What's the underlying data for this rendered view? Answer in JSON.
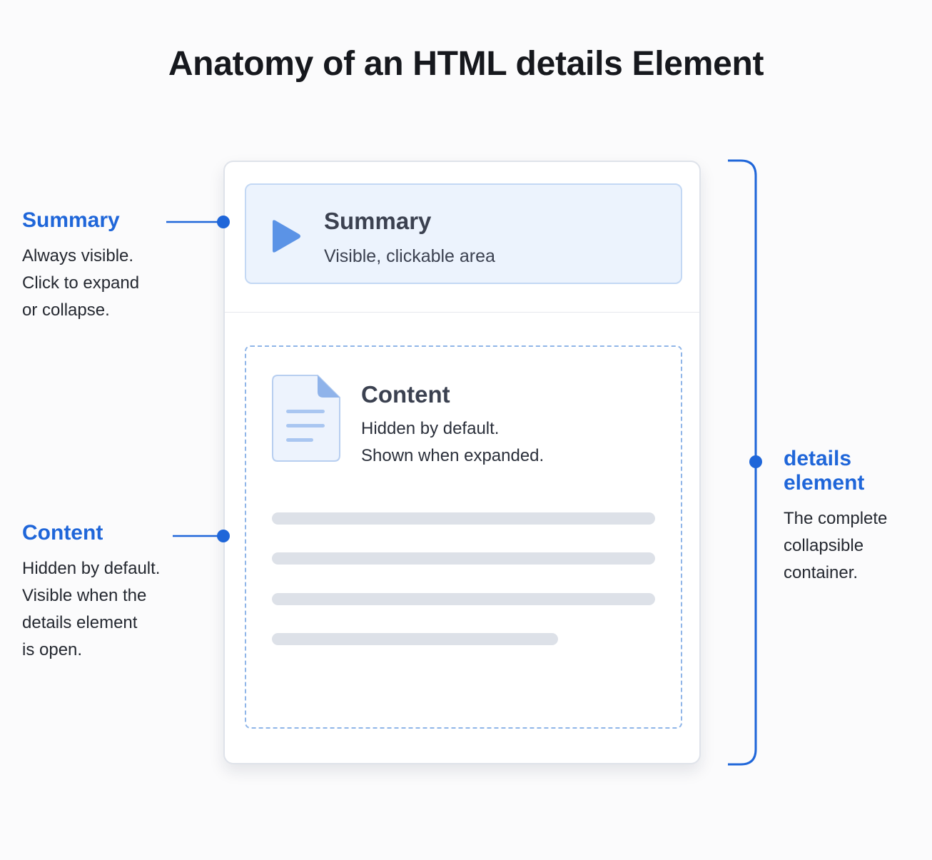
{
  "title": "Anatomy of an HTML details Element",
  "colors": {
    "accent": "#1f66d9",
    "summary_fill": "#ecf3fd",
    "summary_border": "#c3d8f4",
    "content_border": "#8fb5e8",
    "skeleton": "#dde1e8",
    "icon_blue": "#5b93e6"
  },
  "callouts": {
    "summary": {
      "title": "Summary",
      "text": "Always visible.\nClick to expand\nor collapse."
    },
    "content": {
      "title": "Content",
      "text": "Hidden by default.\nVisible when the\ndetails element\nis open."
    },
    "details": {
      "title": "details element",
      "text": "The complete\ncollapsible\ncontainer."
    }
  },
  "card": {
    "summary": {
      "icon": "play-triangle-icon",
      "title": "Summary",
      "subtitle": "Visible, clickable area"
    },
    "content": {
      "icon": "document-icon",
      "title": "Content",
      "text": "Hidden by default.\nShown when expanded."
    }
  }
}
